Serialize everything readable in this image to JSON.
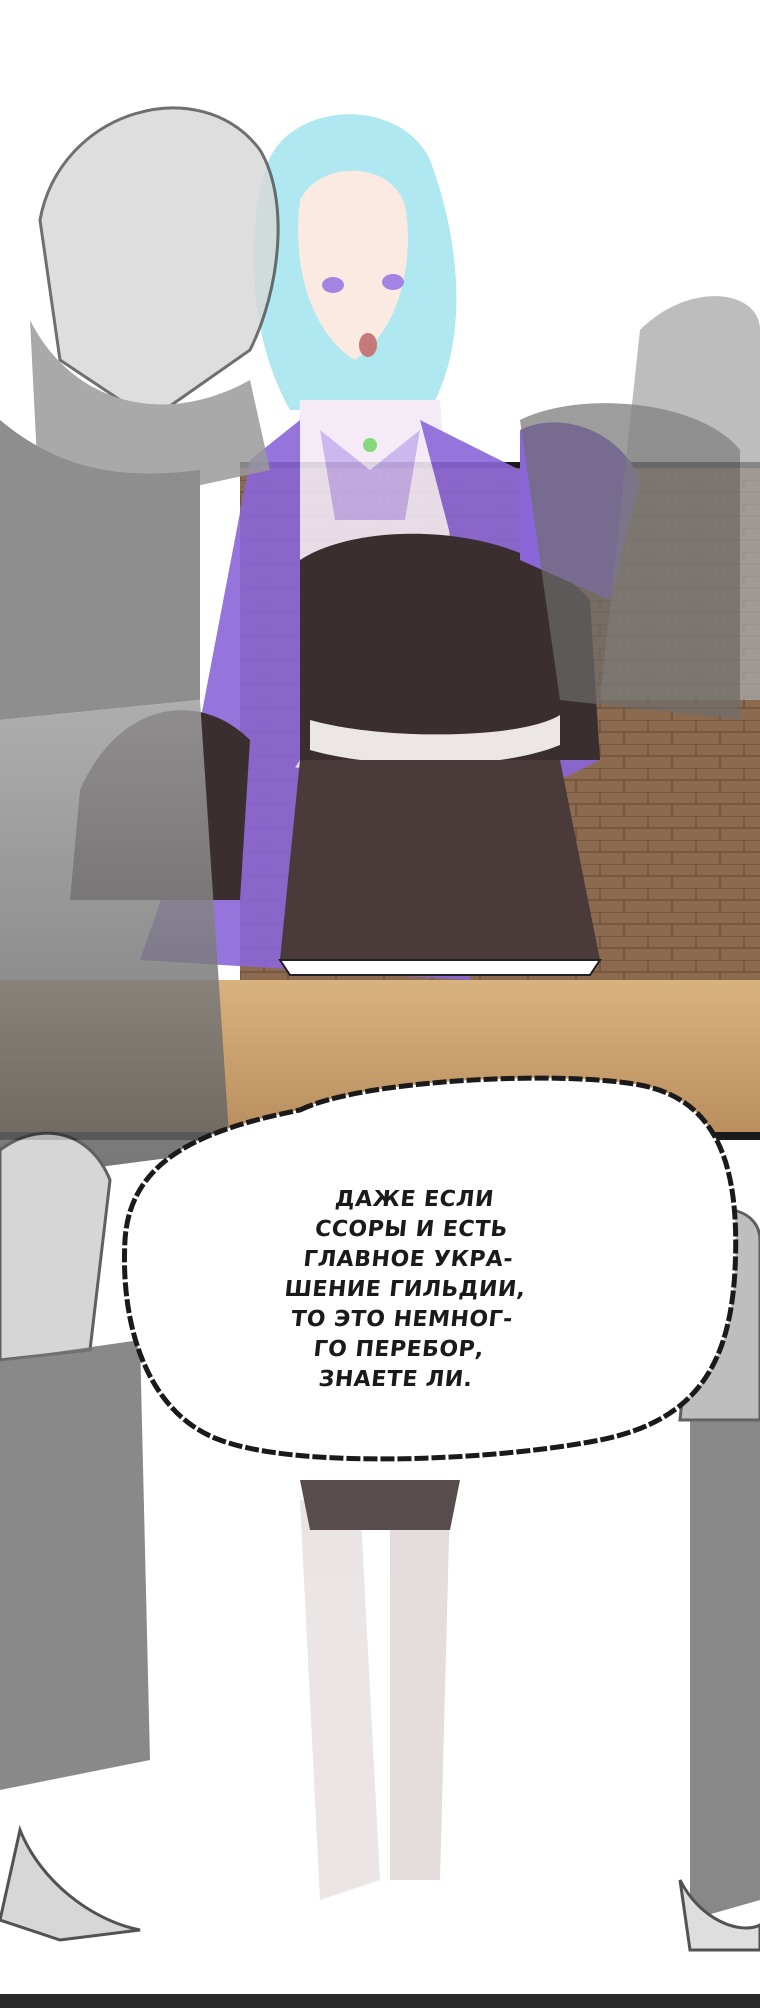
{
  "colors": {
    "background": "#ffffff",
    "panel_wall": "#8c6a4f",
    "panel_floor": "#c39a6b",
    "hair_cyan": "#7fd6e2",
    "outfit_purple": "#8a66d8",
    "outfit_dark": "#3b2e2e",
    "foreground_gray": "#8a8a8a"
  },
  "speech_bubble": {
    "lines": [
      "ДАЖЕ ЕСЛИ",
      "ССОРЫ И ЕСТЬ",
      "ГЛАВНОЕ УКРА-",
      "ШЕНИЕ ГИЛЬДИИ,",
      "ТО ЭТО НЕМНОГ-",
      "ГО ПЕРЕБОР,",
      "ЗНАЕТЕ ЛИ."
    ]
  }
}
